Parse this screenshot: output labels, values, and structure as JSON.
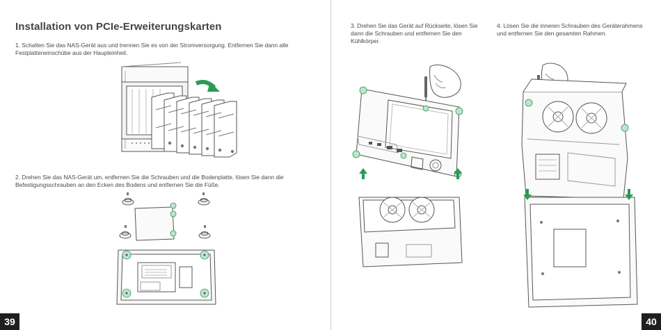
{
  "left_page": {
    "title": "Installation von PCIe-Erweiterungskarten",
    "step1": "1. Schalten Sie das NAS-Gerät aus und trennen Sie es von der Stromversorgung. Entfernen Sie dann alle Festplatteneinschübe aus der Haupteinheit.",
    "step2": "2. Drehen Sie das NAS-Gerät um, entfernen Sie die Schrauben und die Bodenplatte, lösen Sie dann die Befestigungsschrauben an den Ecken des Bodens und entfernen Sie die Füße.",
    "page_number": "39"
  },
  "right_page": {
    "step3": "3. Drehen Sie das Gerät auf Rückseite, lösen Sie dann die Schrauben und entfernen Sie den Kühlkörper.",
    "step4": "4. Lösen Sie die inneren Schrauben des Geräterahmens und entfernen Sie den gesamten Rahmen.",
    "page_number": "40"
  },
  "colors": {
    "accent_green": "#2a9a55",
    "highlight_green": "#bfe3cc",
    "line_art": "#555555",
    "page_number_bg": "#1f1f1f"
  }
}
